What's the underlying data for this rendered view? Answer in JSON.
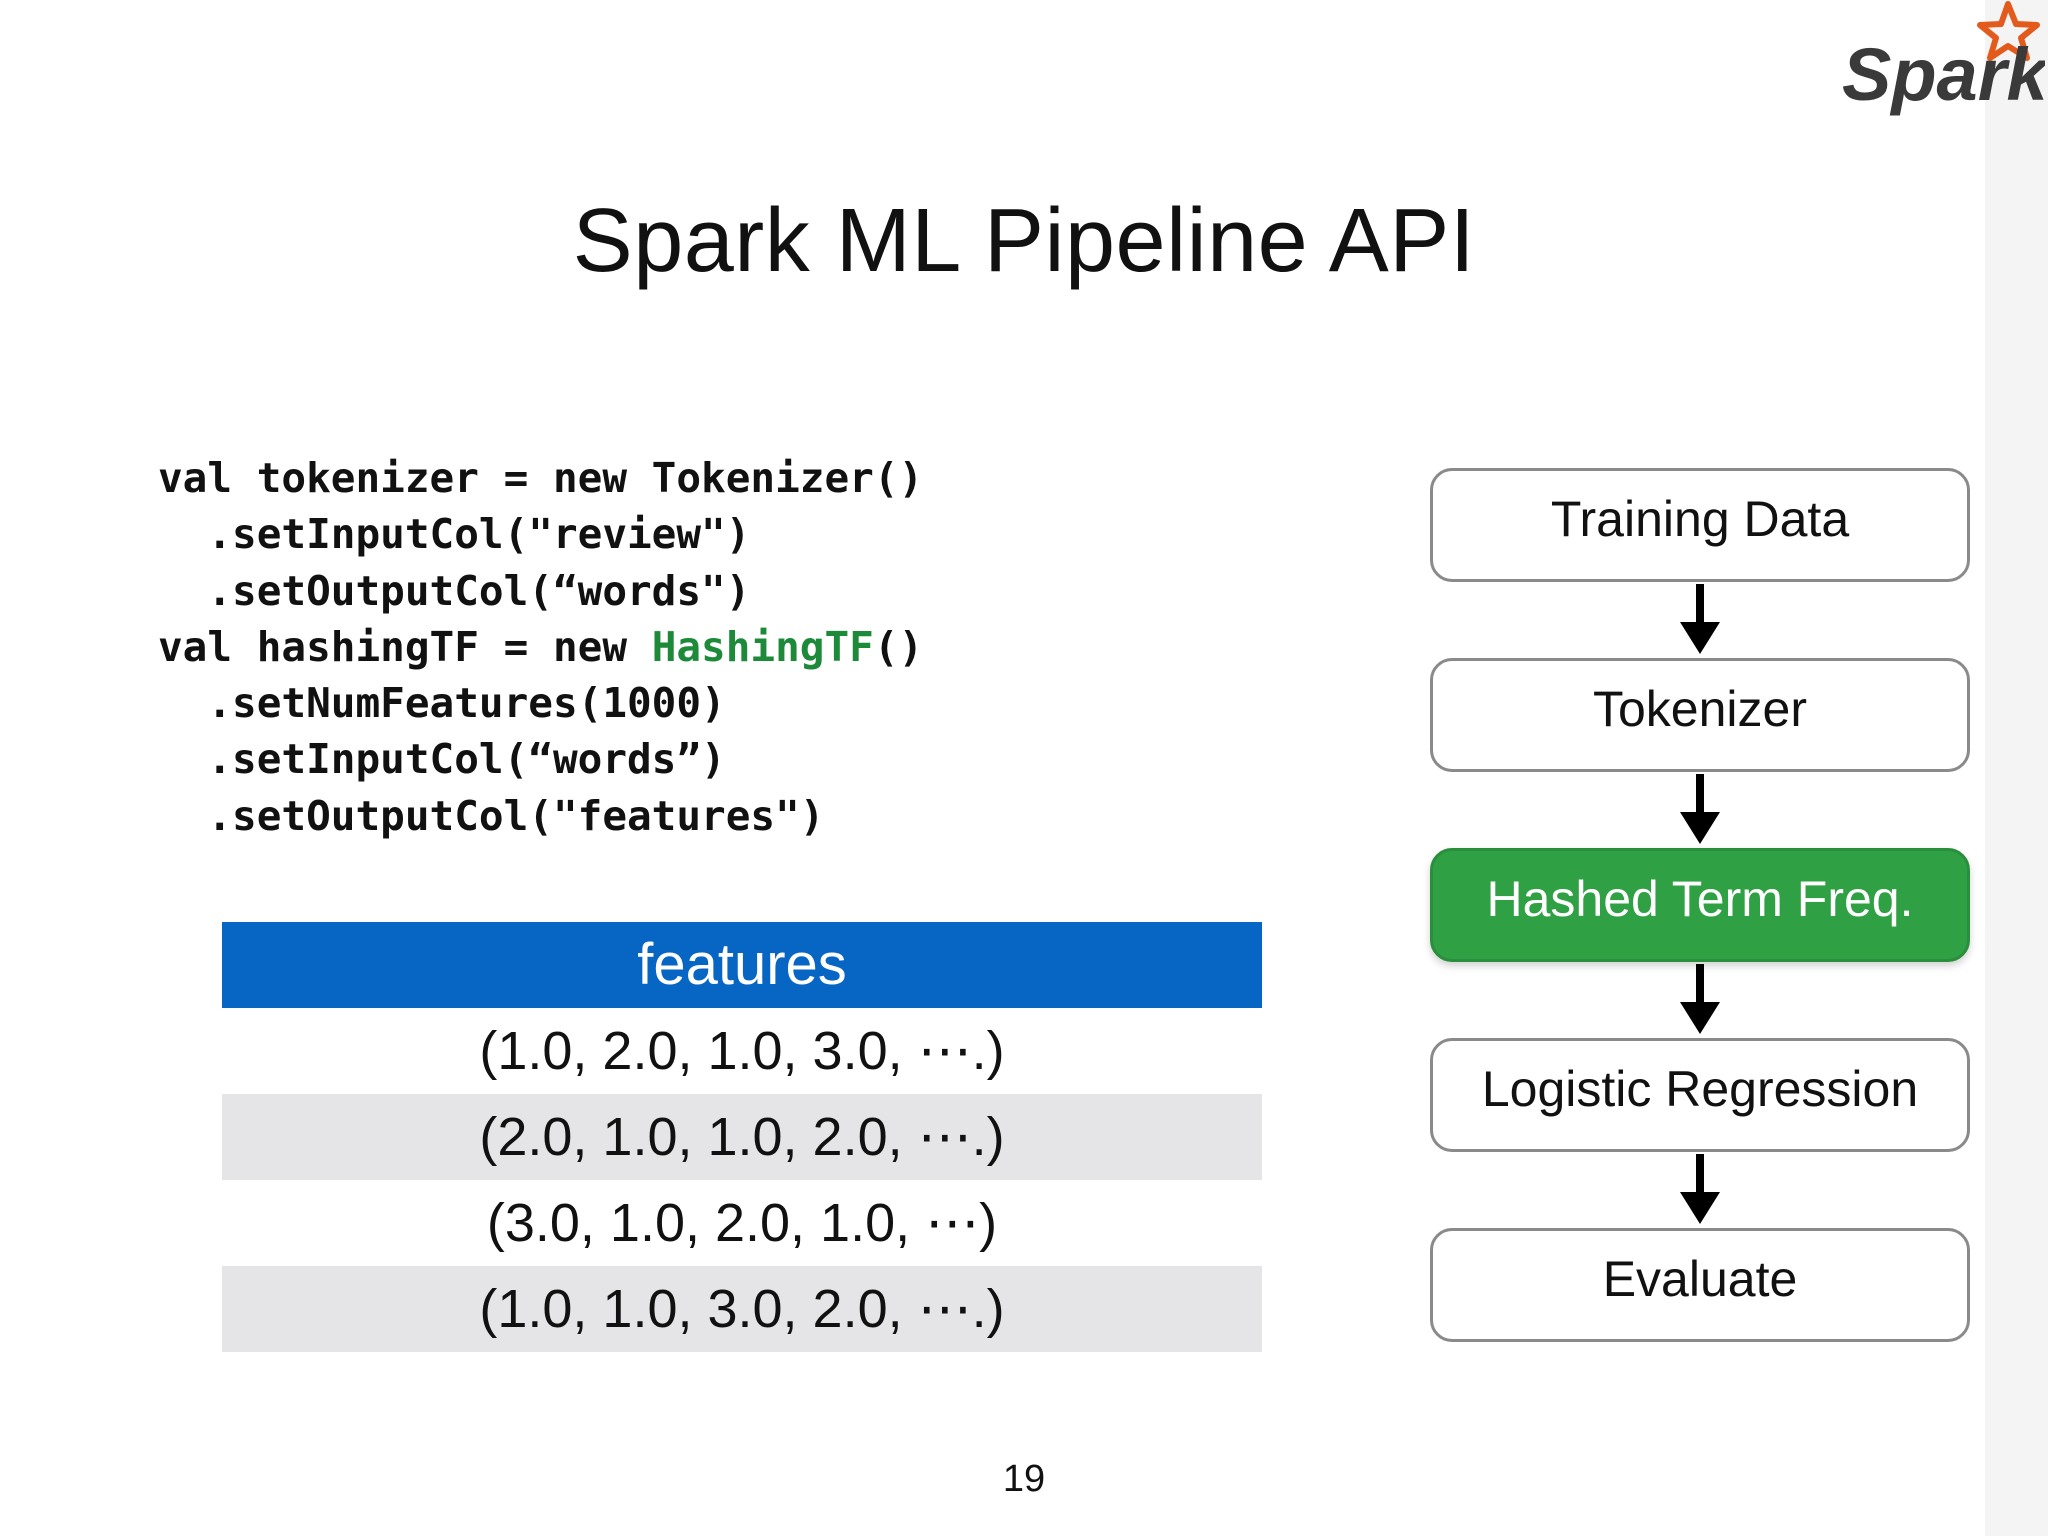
{
  "logo": {
    "text": "Spark",
    "icon": "spark-star-logo",
    "accent": "#e25a1c"
  },
  "title": "Spark ML Pipeline API",
  "code": {
    "lines": [
      [
        "val tokenizer = new Tokenizer()"
      ],
      [
        "  .setInputCol(\"review\")"
      ],
      [
        "  .setOutputCol(“words\")"
      ],
      [
        "val hashingTF = new ",
        "HashingTF",
        "()"
      ],
      [
        "  .setNumFeatures(1000)"
      ],
      [
        "  .setInputCol(“words”)"
      ],
      [
        "  .setOutputCol(\"features\")"
      ]
    ],
    "highlight_color": "#1d8a3a"
  },
  "table": {
    "header": "features",
    "header_color": "#0765c4",
    "rows": [
      "(1.0, 2.0, 1.0, 3.0, ⋯.)",
      "(2.0, 1.0, 1.0, 2.0, ⋯.)",
      "(3.0, 1.0, 2.0, 1.0, ⋯)",
      "(1.0, 1.0, 3.0, 2.0, ⋯.)"
    ]
  },
  "pipeline": {
    "active_color": "#2fa043",
    "steps": [
      {
        "label": "Training Data",
        "active": false
      },
      {
        "label": "Tokenizer",
        "active": false
      },
      {
        "label": "Hashed Term Freq.",
        "active": true
      },
      {
        "label": "Logistic Regression",
        "active": false
      },
      {
        "label": "Evaluate",
        "active": false
      }
    ]
  },
  "page_number": "19"
}
